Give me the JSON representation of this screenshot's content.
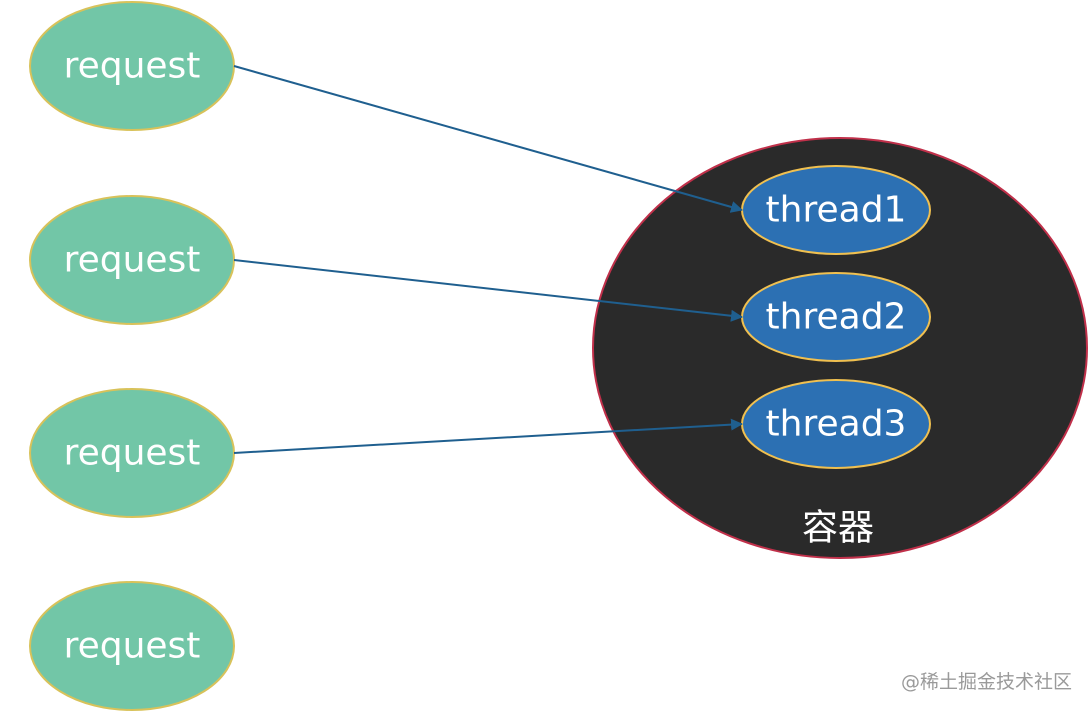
{
  "requests": [
    {
      "label": "request"
    },
    {
      "label": "request"
    },
    {
      "label": "request"
    },
    {
      "label": "request"
    }
  ],
  "container": {
    "label": "容器",
    "threads": [
      {
        "label": "thread1"
      },
      {
        "label": "thread2"
      },
      {
        "label": "thread3"
      }
    ]
  },
  "connections": [
    {
      "from": "request-1",
      "to": "thread1"
    },
    {
      "from": "request-2",
      "to": "thread2"
    },
    {
      "from": "request-3",
      "to": "thread3"
    }
  ],
  "watermark": "@稀土掘金技术社区",
  "colors": {
    "request_fill": "#72c6a7",
    "request_stroke": "#d8c25a",
    "container_fill": "#2a2a2a",
    "container_stroke": "#c0304a",
    "thread_fill": "#2c70b3",
    "thread_stroke": "#f0c050",
    "arrow": "#1f5f8f"
  }
}
